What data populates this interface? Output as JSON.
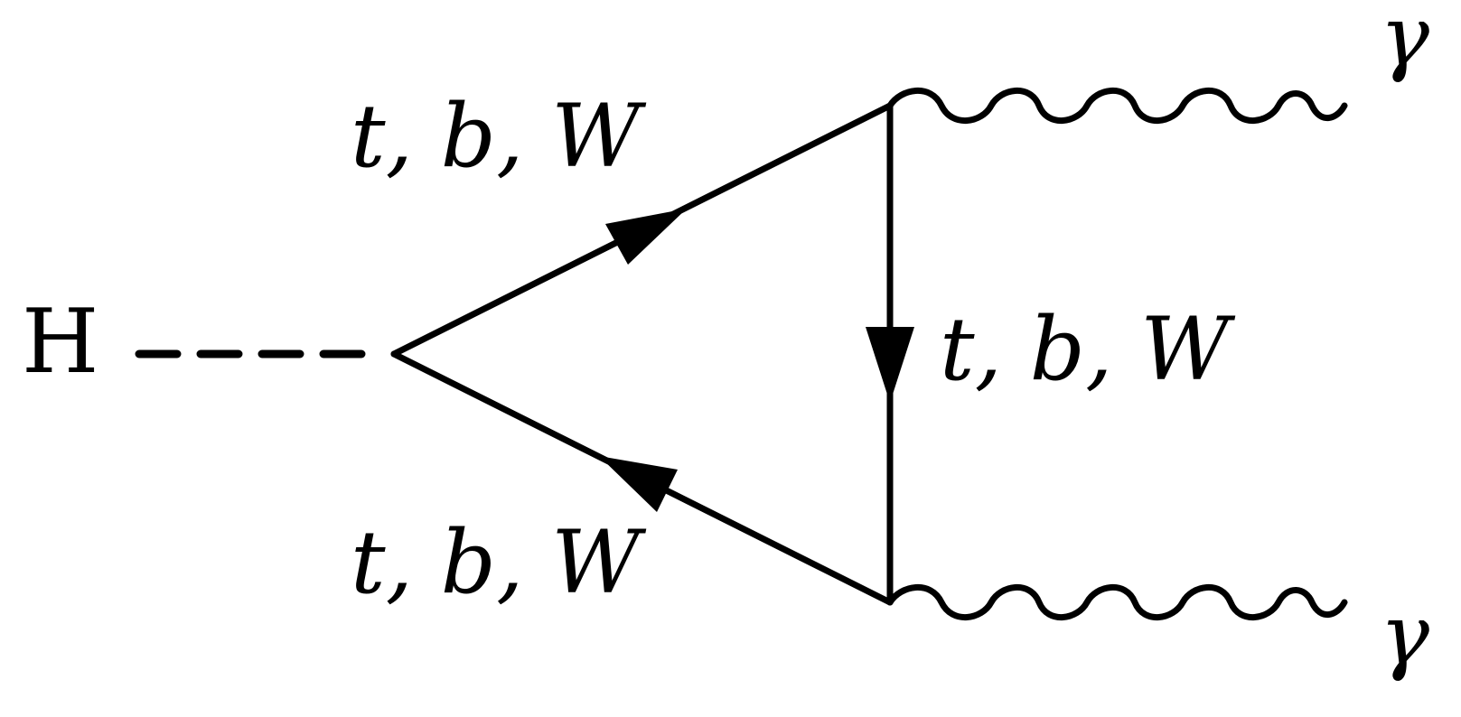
{
  "diagram": {
    "external_scalar": "H",
    "loop_upper_label": "t, b, W",
    "loop_lower_label": "t, b, W",
    "loop_right_label": "t, b, W",
    "photon_upper": "γ",
    "photon_lower": "γ",
    "colors": {
      "line": "#000000",
      "background": "#ffffff"
    }
  }
}
